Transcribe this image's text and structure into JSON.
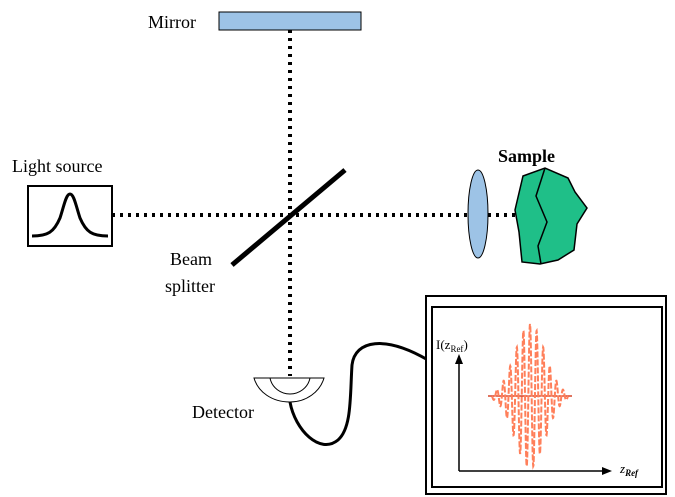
{
  "labels": {
    "mirror": "Mirror",
    "light_source": "Light source",
    "sample": "Sample",
    "beam_splitter_line1": "Beam",
    "beam_splitter_line2": "splitter",
    "detector": "Detector"
  },
  "plot": {
    "y_axis_main": "I(z",
    "y_axis_sub": "Ref",
    "y_axis_close": ")",
    "x_axis_main": "z",
    "x_axis_sub": "Ref"
  },
  "colors": {
    "mirror_fill": "#9dc3e6",
    "lens_fill": "#9dc3e6",
    "sample_fill": "#1fbf88",
    "signal": "#ff7f5a",
    "signal_baseline": "#cc2200",
    "ink": "#000000"
  },
  "icons": {
    "source_spectrum": "gaussian-peak-icon",
    "detector": "detector-cup-icon"
  }
}
